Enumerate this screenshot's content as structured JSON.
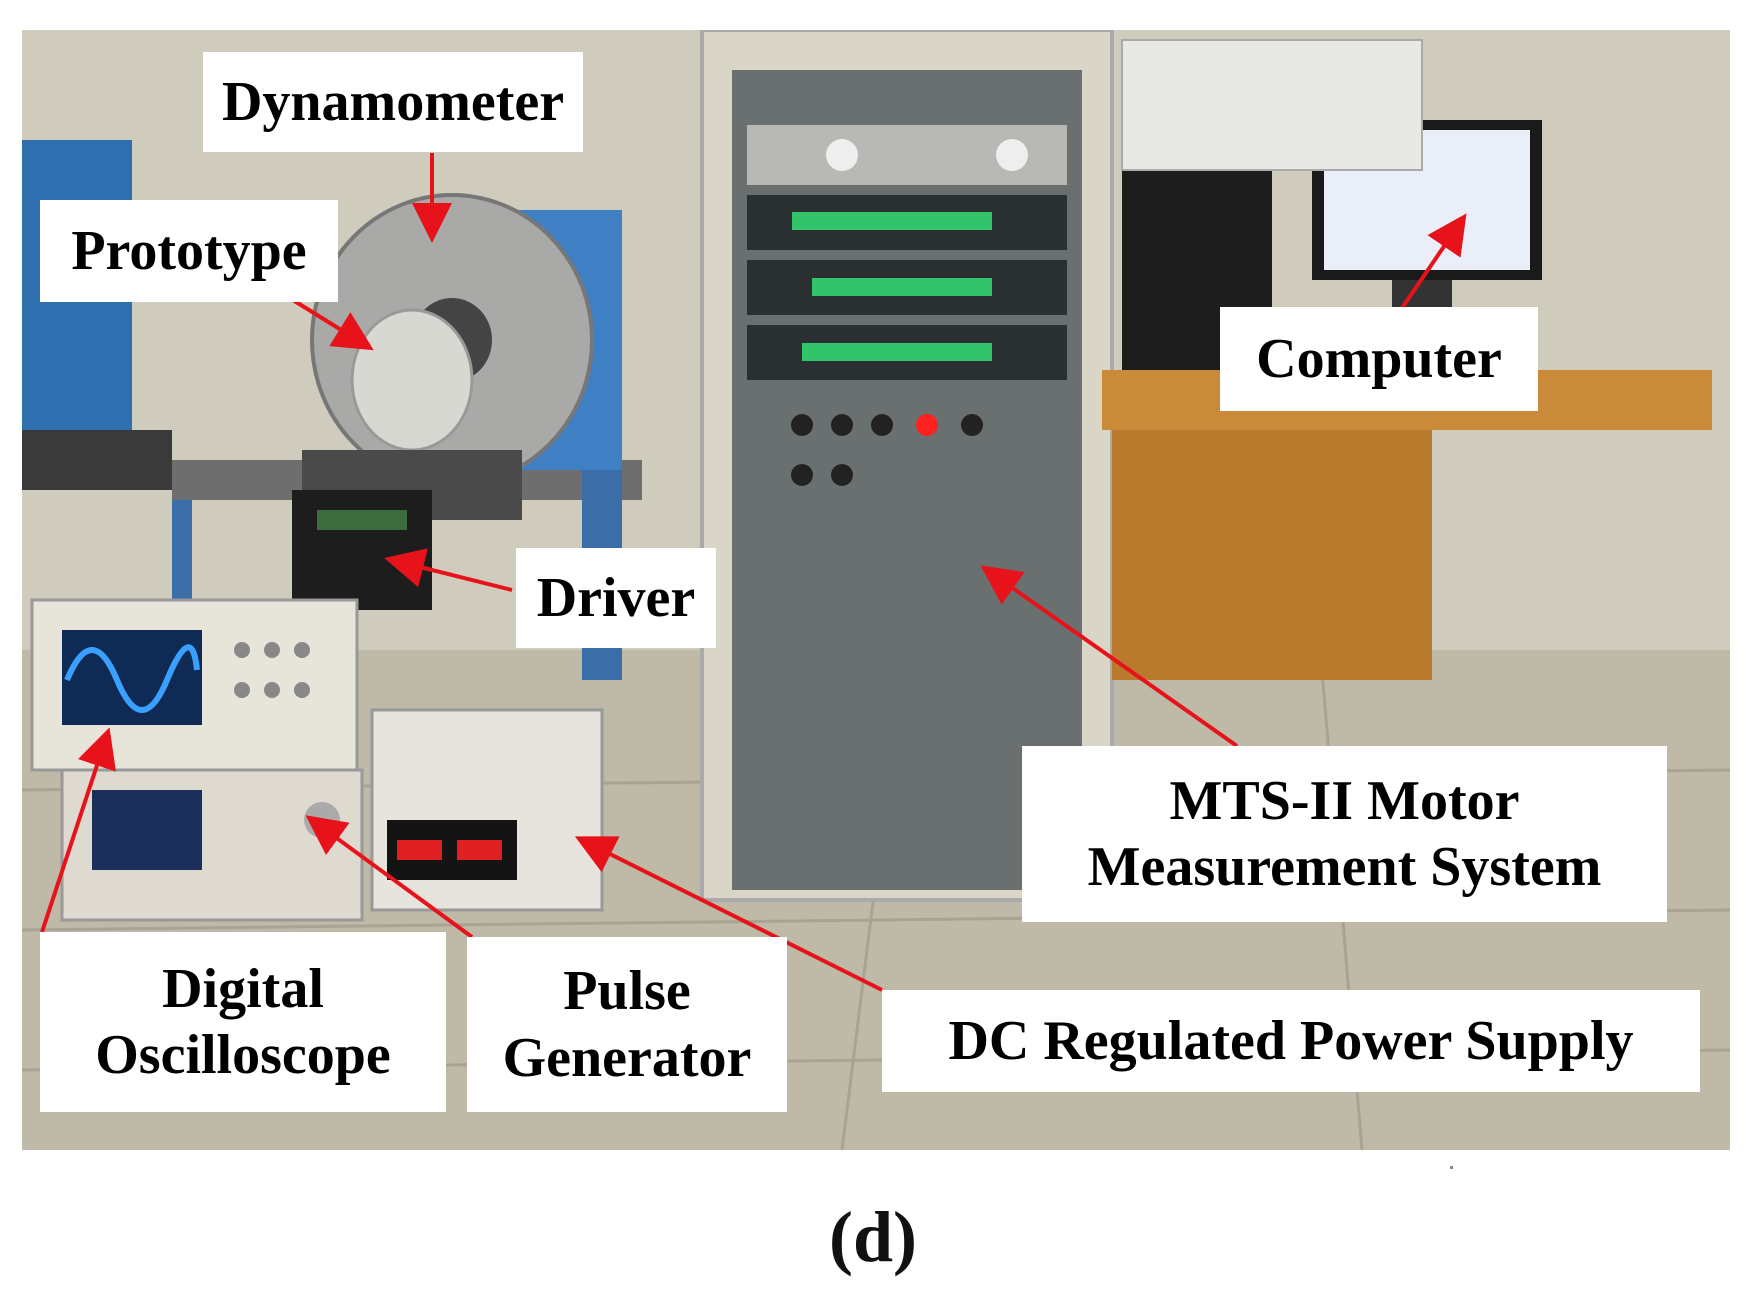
{
  "photo": {
    "labels": {
      "dynamometer": "Dynamometer",
      "prototype": "Prototype",
      "driver": "Driver",
      "computer": "Computer",
      "mts_line1": "MTS-II Motor",
      "mts_line2": "Measurement System",
      "oscilloscope_line1": "Digital",
      "oscilloscope_line2": "Oscilloscope",
      "pulse_line1": "Pulse",
      "pulse_line2": "Generator",
      "power_supply": "DC Regulated Power Supply"
    },
    "colors": {
      "arrow": "#e8131a",
      "label_bg": "#ffffff",
      "cabinet": "#d9d6c8",
      "dynamometer_housing": "#3f7fc4",
      "desk": "#c98a3a",
      "oscilloscope_wave": "#3aa0ff"
    }
  },
  "caption": "(d)"
}
